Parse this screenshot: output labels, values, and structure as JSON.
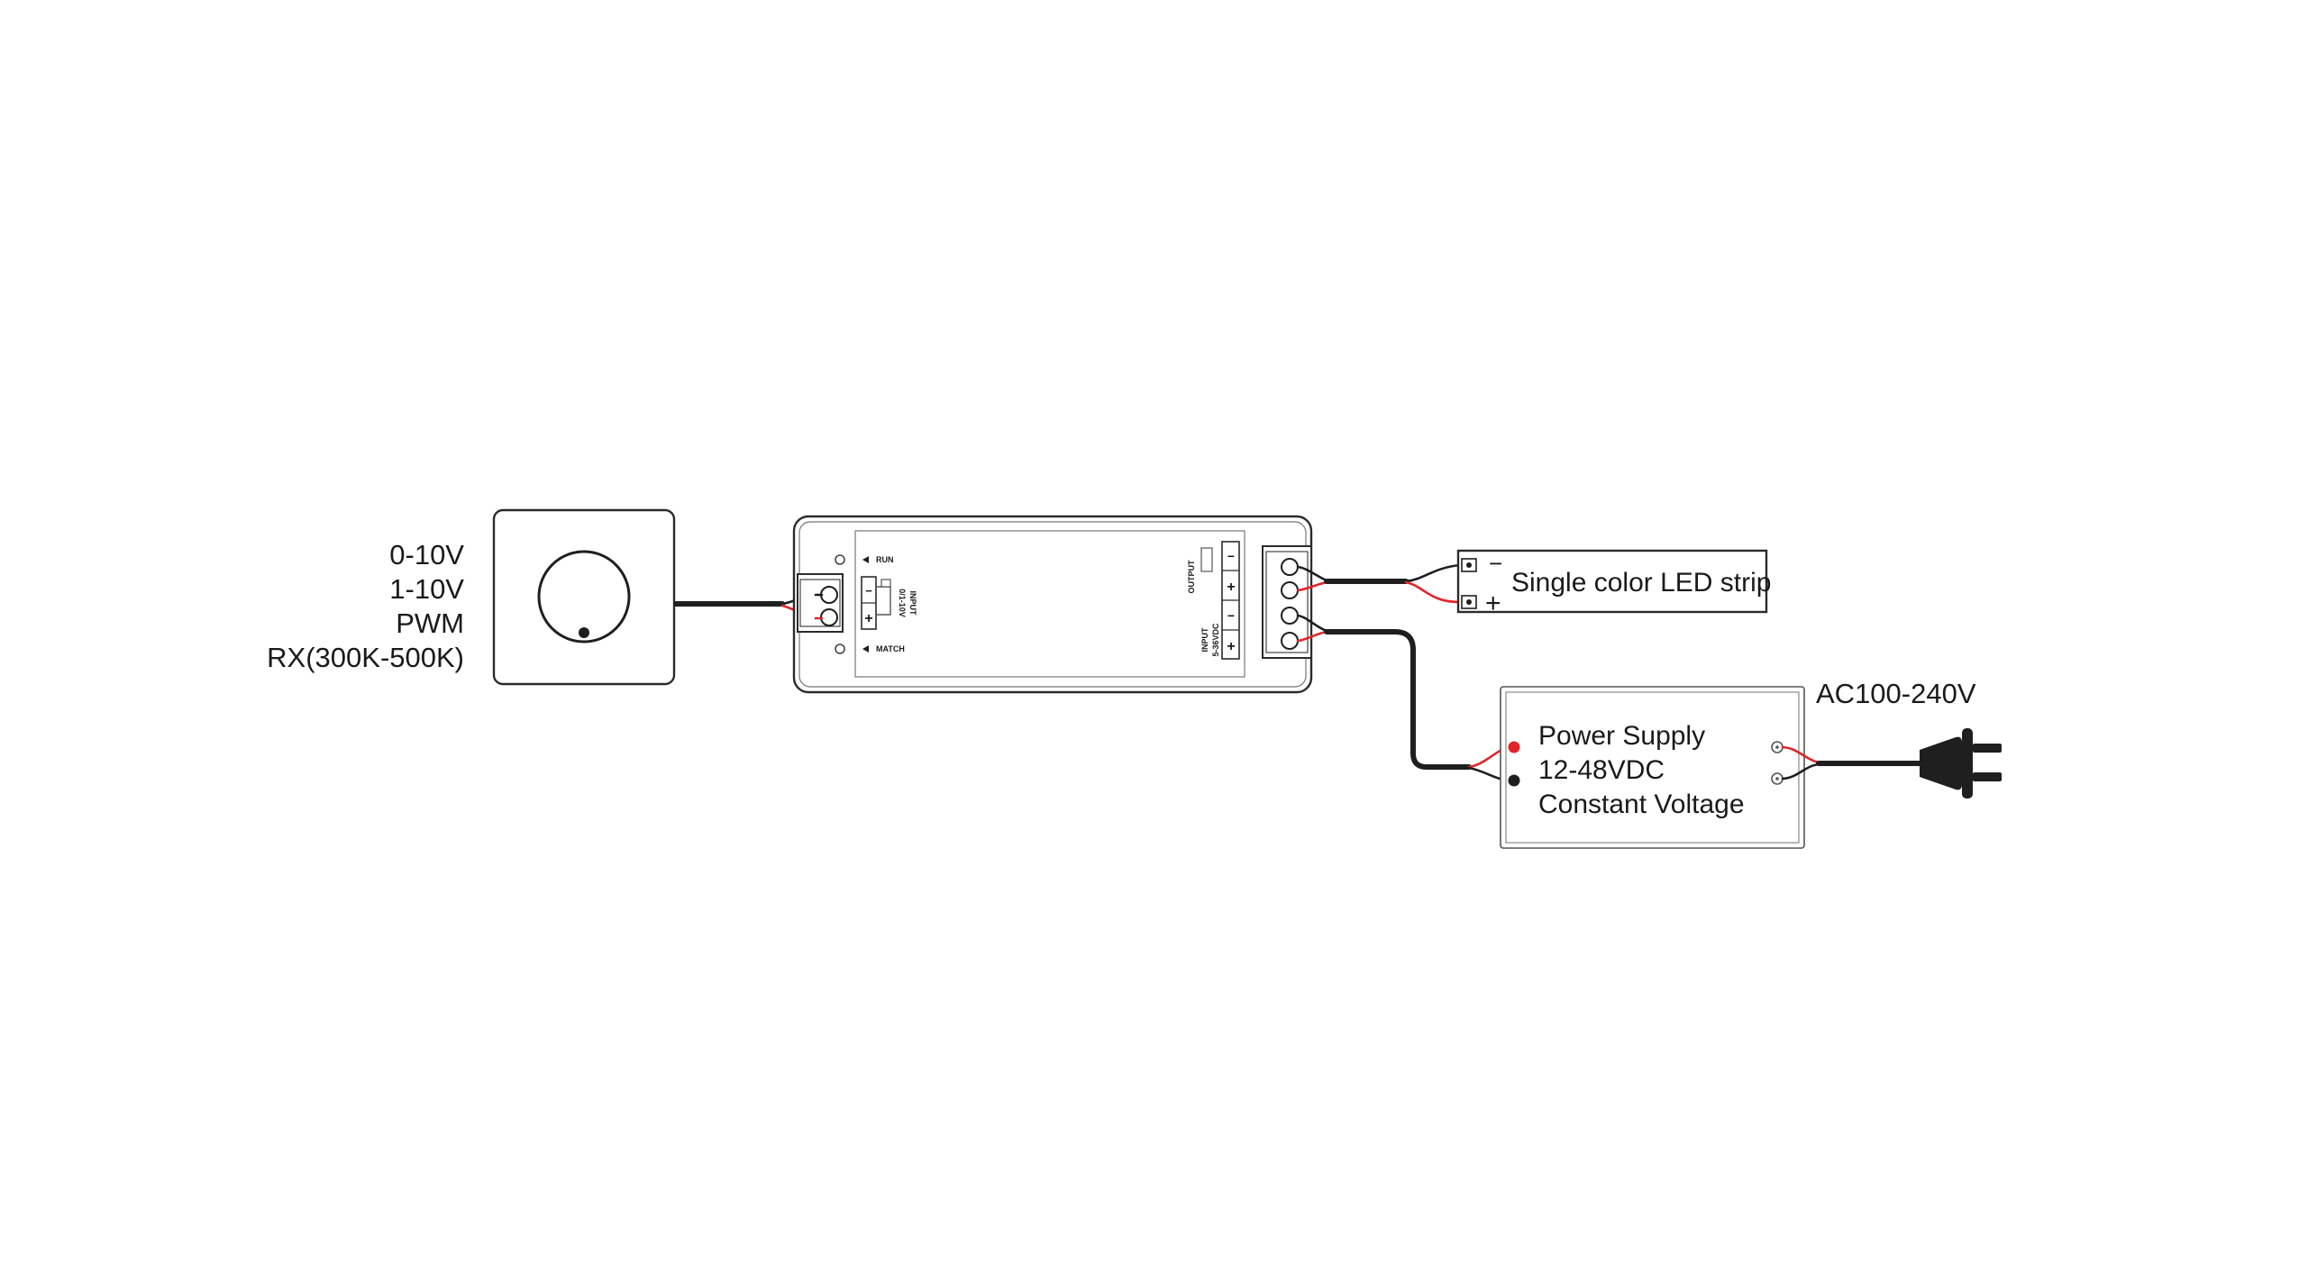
{
  "dimmer": {
    "signal_types": [
      "0-10V",
      "1-10V",
      "PWM",
      "RX(300K-500K)"
    ]
  },
  "controller": {
    "run_label": "RUN",
    "match_label": "MATCH",
    "input_signal_label": "INPUT",
    "input_signal_range": "0/1-10V",
    "output_label": "OUTPUT",
    "power_input_label": "INPUT",
    "power_input_range": "5-36VDC",
    "minus_sign": "−",
    "plus_sign": "+"
  },
  "led_strip": {
    "label": "Single color LED strip",
    "minus_sign": "−",
    "plus_sign": "+"
  },
  "power_supply": {
    "line1": "Power Supply",
    "line2": "12-48VDC",
    "line3": "Constant Voltage"
  },
  "mains": {
    "label": "AC100-240V"
  },
  "colors": {
    "red_wire": "#e2242b",
    "black_wire": "#1f1f1f",
    "outline": "#2b2b2b"
  }
}
